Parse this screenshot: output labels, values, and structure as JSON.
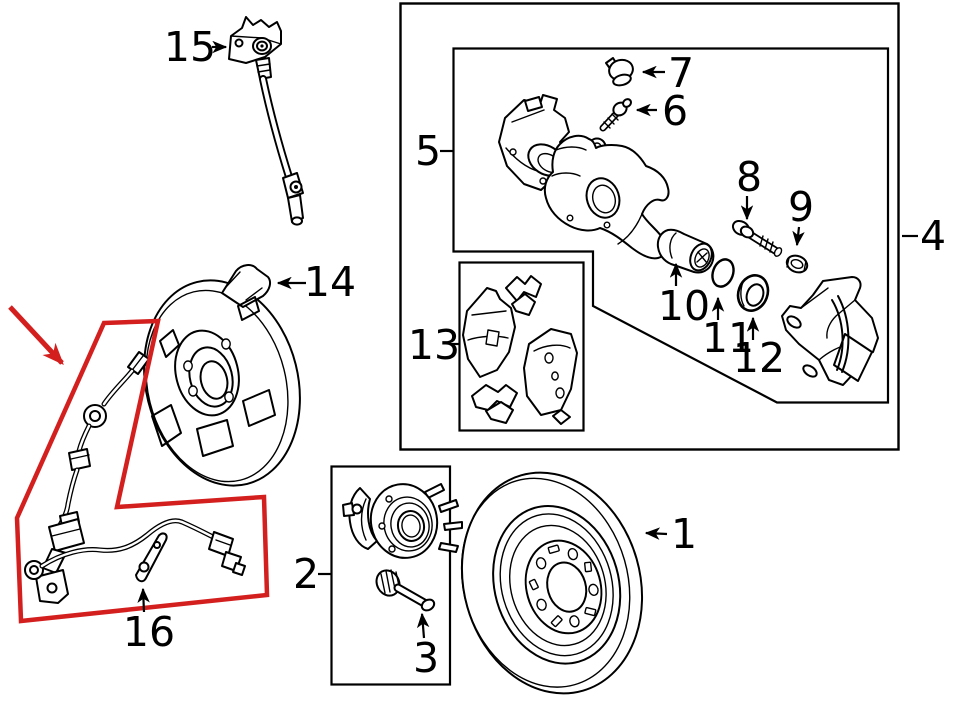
{
  "diagram": {
    "background_color": "#ffffff",
    "line_color": "#000000",
    "highlight_color": "#d41f1f"
  },
  "callouts": {
    "1": "1",
    "2": "2",
    "3": "3",
    "4": "4",
    "5": "5",
    "6": "6",
    "7": "7",
    "8": "8",
    "9": "9",
    "10": "10",
    "11": "11",
    "12": "12",
    "13": "13",
    "14": "14",
    "15": "15",
    "16": "16"
  }
}
